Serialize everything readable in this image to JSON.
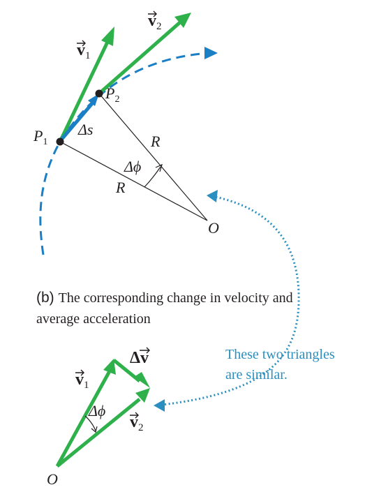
{
  "part_a": {
    "points": {
      "p1": "P",
      "p1_sub": "1",
      "p2": "P",
      "p2_sub": "2",
      "o": "O"
    },
    "vectors": {
      "v1": "v",
      "v1_sub": "1",
      "v2": "v",
      "v2_sub": "2"
    },
    "labels": {
      "delta_s": "Δs",
      "radius_upper": "R",
      "radius_lower": "R",
      "delta_phi": "Δϕ"
    }
  },
  "part_b": {
    "caption_letter": "(b)",
    "caption_line1": "The corresponding change in velocity and",
    "caption_line2": "average acceleration",
    "vectors": {
      "v1": "v",
      "v1_sub": "1",
      "v2": "v",
      "v2_sub": "2",
      "delta_v": "Δv"
    },
    "labels": {
      "delta_phi": "Δϕ",
      "o": "O"
    }
  },
  "note": {
    "line1": "These two triangles",
    "line2": "are similar."
  },
  "colors": {
    "vector_green": "#2eb04b",
    "path_blue": "#1a7fc4",
    "note_blue": "#2a8fc0",
    "ink": "#231f20"
  }
}
